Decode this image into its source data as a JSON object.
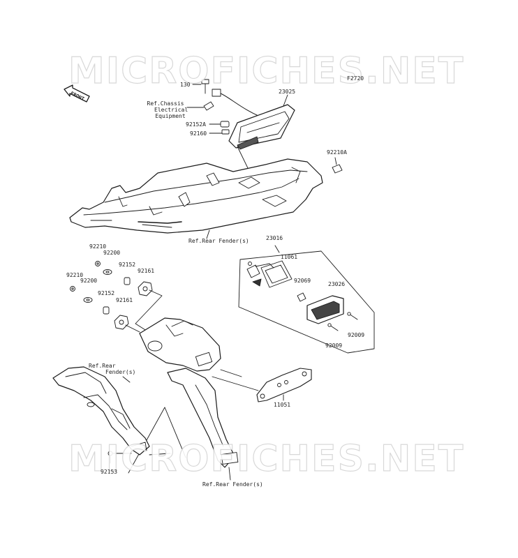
{
  "watermark": {
    "top_text": "MICROFICHES.NET",
    "bottom_text": "MICROFICHES.NET"
  },
  "figure_code": "F2720",
  "front_arrow_label": "FRONT",
  "parts": {
    "p130": "130",
    "p23025": "23025",
    "ref_chassis_line1": "Ref.Chassis",
    "ref_chassis_line2": "Electrical",
    "ref_chassis_line3": "Equipment",
    "p92152a": "92152A",
    "p92160": "92160",
    "p92210a": "92210A",
    "ref_rear_fender_top": "Ref.Rear Fender(s)",
    "p23016": "23016",
    "p92210_1": "92210",
    "p92200_1": "92200",
    "p92152_1": "92152",
    "p92161_1": "92161",
    "p11061": "11061",
    "p92069": "92069",
    "p23026": "23026",
    "p92210_2": "92210",
    "p92200_2": "92200",
    "p92152_2": "92152",
    "p92161_2": "92161",
    "p92009_1": "92009",
    "p92009_2": "92009",
    "ref_rear_fender_left_line1": "Ref.Rear",
    "ref_rear_fender_left_line2": "Fender(s)",
    "p11051": "11051",
    "p92153": "92153",
    "ref_rear_fender_bottom": "Ref.Rear Fender(s)"
  }
}
